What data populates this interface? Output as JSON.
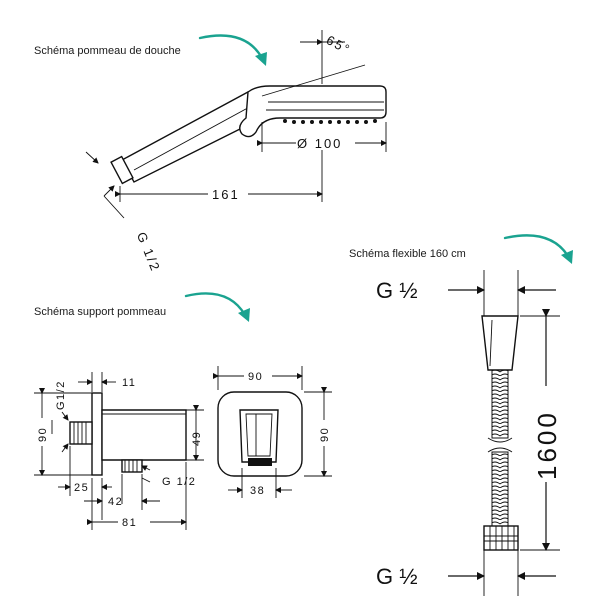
{
  "captions": {
    "shower_head": "Schéma pommeau de douche",
    "hose": "Schéma flexible 160 cm",
    "holder": "Schéma support pommeau"
  },
  "shower_head": {
    "angle": "65°",
    "diameter": "Ø 100",
    "length": "161",
    "thread": "G 1/2"
  },
  "holder": {
    "thread_top": "G1/2",
    "dim_11": "11",
    "height": "90",
    "dim_25": "25",
    "dim_42": "42",
    "dim_81": "81",
    "thread_bottom": "G  1/2",
    "front_width": "90",
    "front_height": "90",
    "dim_49": "49",
    "dim_38": "38"
  },
  "hose": {
    "thread_top": "G ½",
    "length": "1600",
    "thread_bottom": "G ½"
  },
  "colors": {
    "accent": "#1aa390",
    "line": "#111111"
  }
}
